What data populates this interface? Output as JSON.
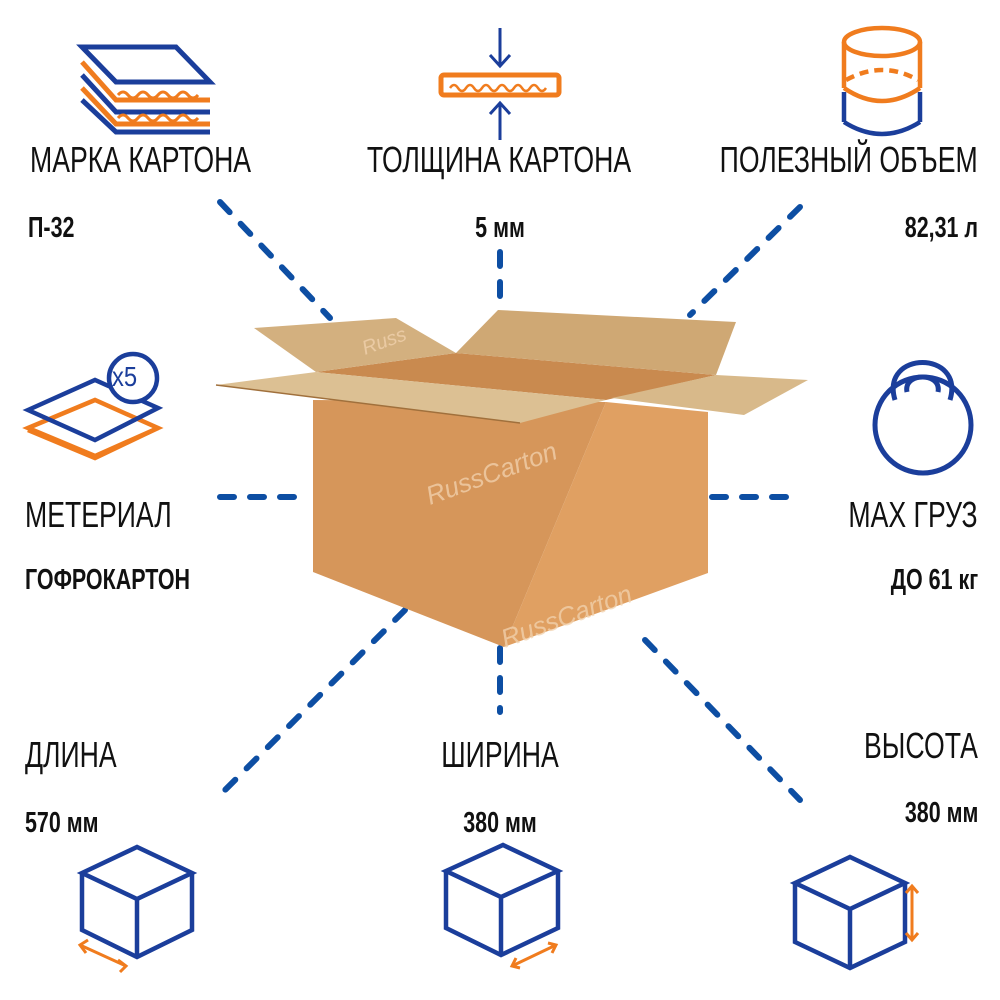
{
  "specs": {
    "grade": {
      "label": "МАРКА КАРТОНА",
      "value": "П-32"
    },
    "thickness": {
      "label": "ТОЛЩИНА КАРТОНА",
      "value": "5 мм"
    },
    "volume": {
      "label": "ПОЛЕЗНЫЙ ОБЪЕМ",
      "value": "82,31 л"
    },
    "material": {
      "label": "МЕТЕРИАЛ",
      "value": "ГОФРОКАРТОН",
      "layers_badge": "x5"
    },
    "max_load": {
      "label": "МАХ ГРУЗ",
      "value": "ДО 61 кг"
    },
    "length": {
      "label": "ДЛИНА",
      "value": "570 мм"
    },
    "width": {
      "label": "ШИРИНА",
      "value": "380 мм"
    },
    "height": {
      "label": "ВЫСОТА",
      "value": "380 мм"
    }
  },
  "watermark": "RussCarton",
  "colors": {
    "blue": "#1b3e9b",
    "dash": "#0d4ea3",
    "orange": "#f07c1e",
    "box": "#d99a5f"
  }
}
